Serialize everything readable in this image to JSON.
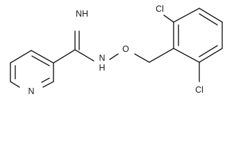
{
  "structure": {
    "atoms": {
      "imine": "NH",
      "amine": "N",
      "amine_h": "H",
      "oxygen": "O",
      "pyridine_n": "N",
      "chlorine_top": "Cl",
      "chlorine_bottom": "Cl"
    },
    "colors": {
      "line": "#1a1a1a",
      "background": "#ffffff"
    }
  }
}
